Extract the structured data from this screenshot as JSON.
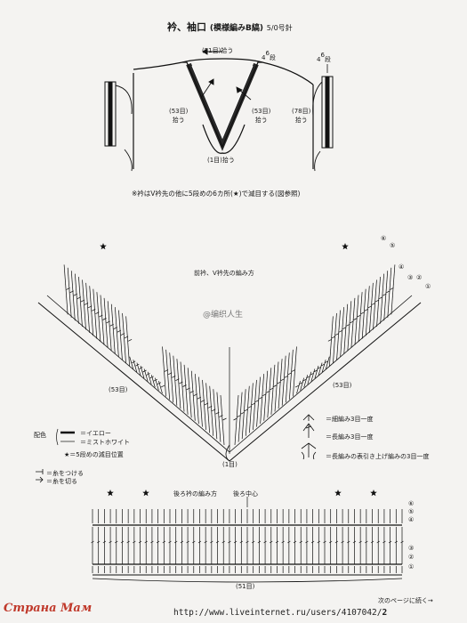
{
  "header": {
    "title": "衿、袖口",
    "title_sub": "(模様編みB縞)",
    "needle": "5/0号針"
  },
  "top_diagram": {
    "label_51": "(51目)拾う",
    "label_53_left": "(53目)",
    "label_53_left_b": "拾う",
    "label_53_right": "(53目)",
    "label_53_right_b": "拾う",
    "label_1": "(1目)拾う",
    "label_4_6": "4",
    "label_6": "6",
    "label_dan": "段",
    "label_78": "(78目)",
    "label_78_b": "拾う",
    "label_4_6_r": "4",
    "label_6_r": "6",
    "label_dan_r": "段"
  },
  "note": "※衿はV衿先の他に5段めの6カ所(★)で減目する(図参照)",
  "front_diagram": {
    "title": "前衿、V衿先の編み方",
    "watermark_center": "@编织人生",
    "count_left": "(53目)",
    "count_right": "(53目)",
    "count_center": "(1目)",
    "row_labels": [
      "⑥",
      "⑤",
      "④",
      "③",
      "②",
      "①"
    ]
  },
  "legend": {
    "color_label": "配色",
    "yellow": "＝イエロー",
    "white": "＝ミストホワイト",
    "star": "★＝5段めの減目位置",
    "attach": "＝糸をつける",
    "cut": "＝糸を切る",
    "sym1": "＝細編み3目一度",
    "sym2": "＝長編み3目一度",
    "sym3": "＝長編みの表引き上げ編みの3目一度"
  },
  "back_diagram": {
    "title": "後ろ衿の編み方",
    "center": "後ろ中心",
    "count": "(51目)",
    "row_labels": [
      "⑥",
      "⑤",
      "④",
      "③",
      "②",
      "①"
    ]
  },
  "footer": {
    "next_page": "次のページに続く→",
    "site": "Страна Мам",
    "url": "http://www.liveinternet.ru/users/4107042/",
    "page_num": "2"
  }
}
